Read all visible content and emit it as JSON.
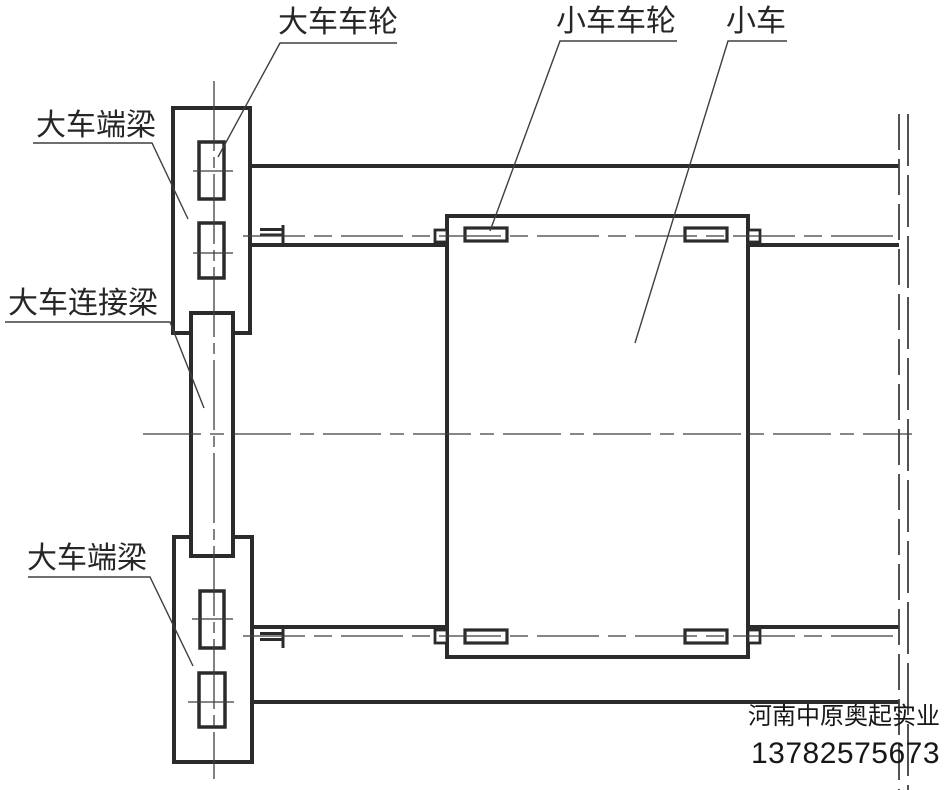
{
  "drawing": {
    "labels": {
      "big_car_wheel": "大车车轮",
      "trolley_wheel": "小车车轮",
      "trolley": "小车",
      "end_beam_top": "大车端梁",
      "connecting_beam": "大车连接梁",
      "end_beam_bottom": "大车端梁"
    },
    "watermark": {
      "company": "河南中原奥起实业",
      "phone": "13782575673"
    },
    "colors": {
      "heavy_line": "#2b2b2b",
      "thin_line": "#3f3f3f",
      "background": "#ffffff",
      "text": "#262626"
    }
  }
}
